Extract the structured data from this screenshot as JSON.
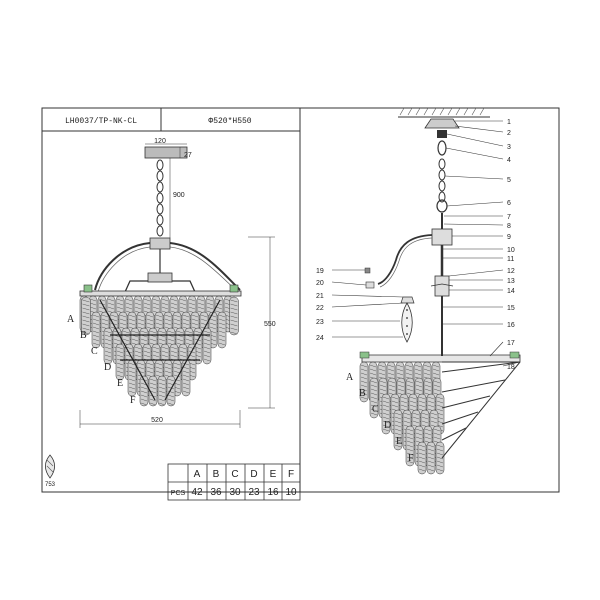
{
  "header": {
    "model": "LH0037/TP-NK-CL",
    "size": "Φ520*H550"
  },
  "front_view": {
    "dim_canopy_width": "120",
    "dim_canopy_height": "27",
    "dim_chain": "900",
    "dim_height": "550",
    "dim_width": "520",
    "tier_labels": [
      "A",
      "B",
      "C",
      "D",
      "E",
      "F"
    ]
  },
  "side_view": {
    "part_numbers": [
      "1",
      "2",
      "3",
      "4",
      "5",
      "6",
      "7",
      "8",
      "9",
      "10",
      "11",
      "12",
      "13",
      "14",
      "15",
      "16",
      "17",
      "18",
      "19",
      "20",
      "21",
      "22",
      "23",
      "24"
    ],
    "tier_labels": [
      "A",
      "B",
      "C",
      "D",
      "E",
      "F"
    ]
  },
  "crystal": {
    "code": "753"
  },
  "pcs_table": {
    "row_label": "PCS",
    "headers": [
      "A",
      "B",
      "C",
      "D",
      "E",
      "F"
    ],
    "values": [
      "42",
      "36",
      "30",
      "23",
      "16",
      "10"
    ]
  }
}
